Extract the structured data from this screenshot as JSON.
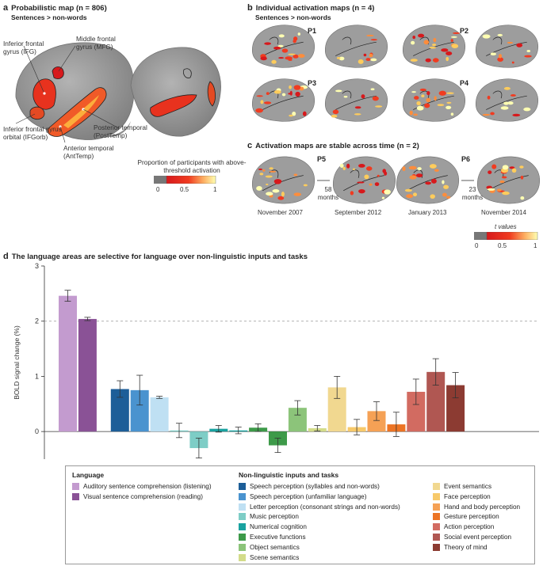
{
  "panel_a": {
    "letter": "a",
    "title": "Probabilistic map (n = 806)",
    "subtitle": "Sentences > non-words",
    "region_ifg": "Inferior frontal gyrus (IFG)",
    "region_mfg": "Middle frontal gyrus (MFG)",
    "region_ifgorb": "Inferior frontal gyrus orbital (IFGorb)",
    "region_posttemp": "Posterior temporal (PostTemp)",
    "region_anttemp": "Anterior temporal (AntTemp)",
    "colorbar_title": "Proportion of participants with above-threshold activation",
    "colorbar_ticks": [
      "0",
      "0.5",
      "1"
    ]
  },
  "panel_b": {
    "letter": "b",
    "title": "Individual activation maps (n = 4)",
    "subtitle": "Sentences > non-words",
    "participants": [
      "P1",
      "P2",
      "P3",
      "P4"
    ]
  },
  "panel_c": {
    "letter": "c",
    "title": "Activation maps are stable across time (n = 2)",
    "p5": "P5",
    "p6": "P6",
    "p5_gap": "58 months",
    "p6_gap": "23 months",
    "dates": [
      "November 2007",
      "September 2012",
      "January 2013",
      "November 2014"
    ],
    "colorbar_title": "t values",
    "colorbar_ticks": [
      "0",
      "0.5",
      "1"
    ]
  },
  "panel_d": {
    "letter": "d",
    "title": "The language areas are selective for language over non-linguistic inputs and tasks"
  },
  "colors": {
    "brain": "#9a9a9a",
    "brain_dark": "#7d7d7d",
    "heat_low": "#d7191c",
    "heat_high": "#ffffb2",
    "dashed": "#999999"
  },
  "chart_data": {
    "type": "bar",
    "ylabel": "BOLD signal change (%)",
    "ylim": [
      -0.5,
      3
    ],
    "yticks": [
      0,
      1,
      2,
      3
    ],
    "reference_line": 2.0,
    "legend_placement": "bottom",
    "groups": [
      {
        "title": "Language",
        "items": [
          {
            "name": "Auditory sentence comprehension (listening)",
            "value": 2.46,
            "err": 0.1,
            "color": "#c39bcf"
          },
          {
            "name": "Visual sentence comprehension (reading)",
            "value": 2.04,
            "err": 0.03,
            "color": "#8a5296"
          }
        ]
      },
      {
        "title": "Non-linguistic inputs and tasks",
        "items": [
          {
            "name": "Speech perception (syllables and non-words)",
            "value": 0.77,
            "err": 0.15,
            "color": "#1d5e98"
          },
          {
            "name": "Speech perception (unfamiliar language)",
            "value": 0.75,
            "err": 0.27,
            "color": "#4a93cf"
          },
          {
            "name": "Letter perception (consonant strings and non-words)",
            "value": 0.62,
            "err": 0.02,
            "color": "#bfe0f3"
          },
          {
            "name": "Music perception",
            "value": 0.02,
            "err": 0.13,
            "color": "#7ecdc6"
          },
          {
            "name": "Music perception",
            "value": -0.3,
            "err": 0.18,
            "color": "#7ecdc6"
          },
          {
            "name": "Numerical cognition",
            "value": 0.05,
            "err": 0.06,
            "color": "#19a2a0"
          },
          {
            "name": "Numerical cognition",
            "value": 0.02,
            "err": 0.06,
            "color": "#19a2a0"
          },
          {
            "name": "Executive functions",
            "value": 0.07,
            "err": 0.07,
            "color": "#3d9a49"
          },
          {
            "name": "Executive functions",
            "value": -0.25,
            "err": 0.13,
            "color": "#3d9a49"
          },
          {
            "name": "Object semantics",
            "value": 0.43,
            "err": 0.13,
            "color": "#8cc47a"
          },
          {
            "name": "Scene semantics",
            "value": 0.06,
            "err": 0.05,
            "color": "#d3dc8a"
          },
          {
            "name": "Event semantics",
            "value": 0.8,
            "err": 0.2,
            "color": "#f1d890"
          },
          {
            "name": "Face perception",
            "value": 0.08,
            "err": 0.14,
            "color": "#f7c96a"
          },
          {
            "name": "Hand and body perception",
            "value": 0.37,
            "err": 0.17,
            "color": "#f5a155"
          },
          {
            "name": "Gesture perception",
            "value": 0.13,
            "err": 0.22,
            "color": "#ec7424"
          },
          {
            "name": "Action perception",
            "value": 0.72,
            "err": 0.23,
            "color": "#d26b61"
          },
          {
            "name": "Social event perception",
            "value": 1.08,
            "err": 0.24,
            "color": "#b05752"
          },
          {
            "name": "Theory of mind",
            "value": 0.84,
            "err": 0.23,
            "color": "#8c3b32"
          }
        ]
      }
    ],
    "legend_columns": [
      [
        "Speech perception (syllables and non-words)",
        "Speech perception (unfamiliar language)",
        "Letter perception (consonant strings and non-words)",
        "Music perception",
        "Numerical cognition",
        "Executive functions",
        "Object semantics",
        "Scene semantics"
      ],
      [
        "Event semantics",
        "Face perception",
        "Hand and body perception",
        "Gesture perception",
        "Action perception",
        "Social event perception",
        "Theory of mind"
      ]
    ]
  }
}
